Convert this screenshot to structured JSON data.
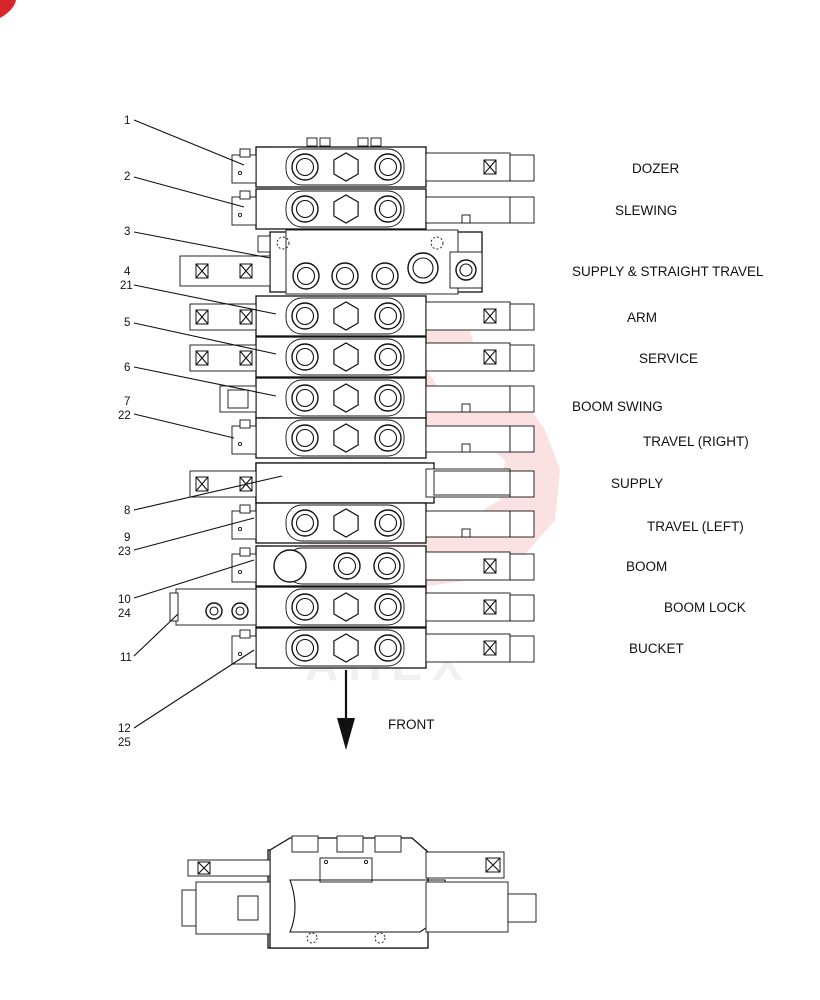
{
  "header_text": "",
  "sections": [
    {
      "label": "DOZER"
    },
    {
      "label": "SLEWING"
    },
    {
      "label": "SUPPLY & STRAIGHT TRAVEL"
    },
    {
      "label": "ARM"
    },
    {
      "label": "SERVICE"
    },
    {
      "label": "BOOM SWING"
    },
    {
      "label": "TRAVEL (RIGHT)"
    },
    {
      "label": "SUPPLY"
    },
    {
      "label": "TRAVEL (LEFT)"
    },
    {
      "label": "BOOM"
    },
    {
      "label": "BOOM LOCK"
    },
    {
      "label": "BUCKET"
    }
  ],
  "callouts": [
    "1",
    "2",
    "3",
    "4",
    "21",
    "5",
    "6",
    "7",
    "22",
    "8",
    "9",
    "23",
    "10",
    "24",
    "11",
    "12",
    "25"
  ],
  "direction_label": "FRONT",
  "colors": {
    "line": "#111111",
    "watermark": "#e03030"
  }
}
